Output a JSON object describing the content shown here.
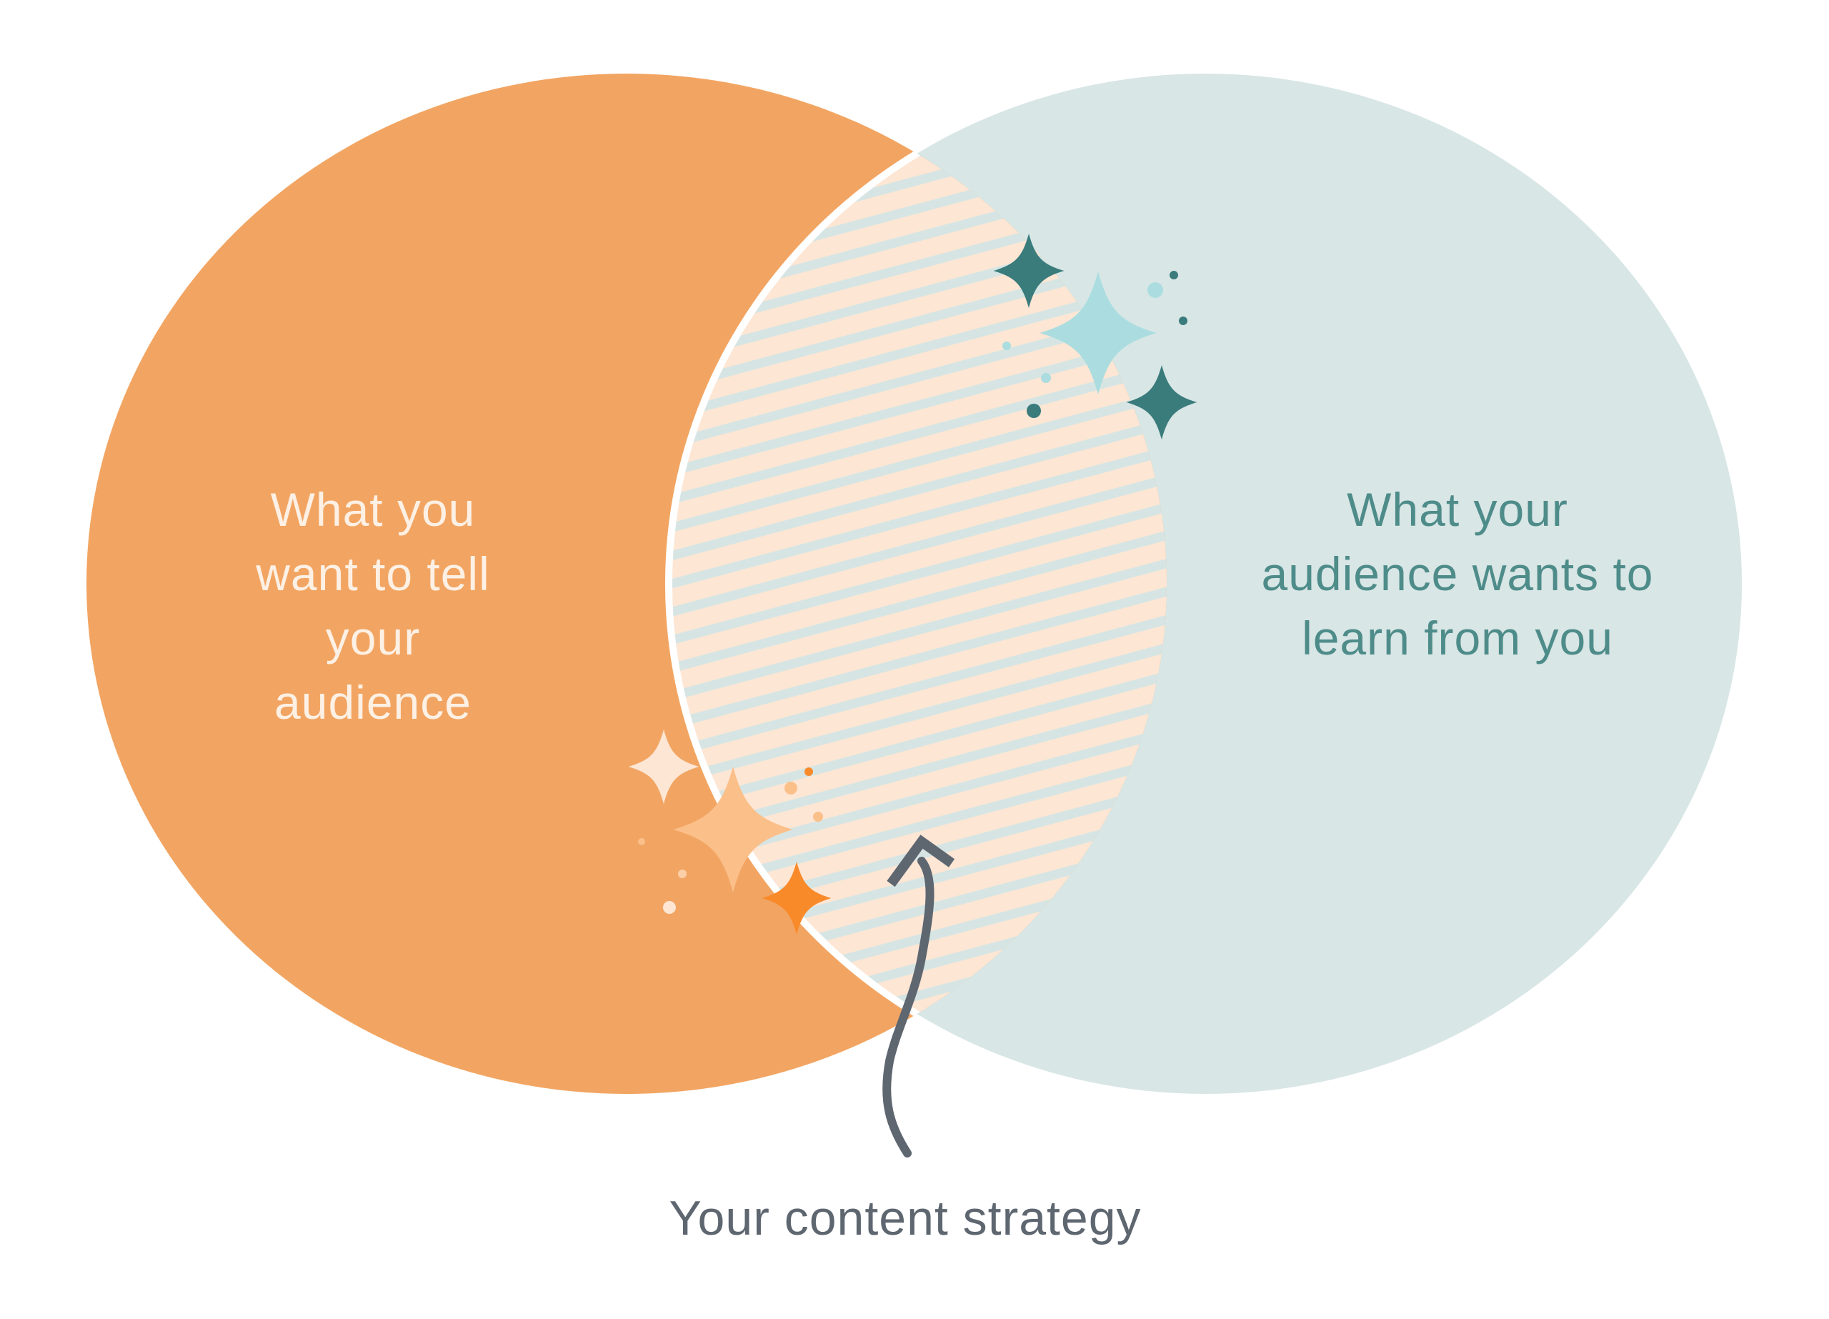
{
  "left_circle": {
    "lines": [
      "What you",
      "want to tell",
      "your audience"
    ],
    "color": "#F2A562"
  },
  "right_circle": {
    "lines": [
      "What your",
      "audience wants to",
      "learn from you"
    ],
    "color": "#D8E6E5"
  },
  "intersection": {
    "label": "Your content strategy",
    "fill": "#FDE6D4",
    "stripe": "#D6E5E3"
  },
  "icons": [
    "sparkle-icon",
    "arrow-icon"
  ]
}
